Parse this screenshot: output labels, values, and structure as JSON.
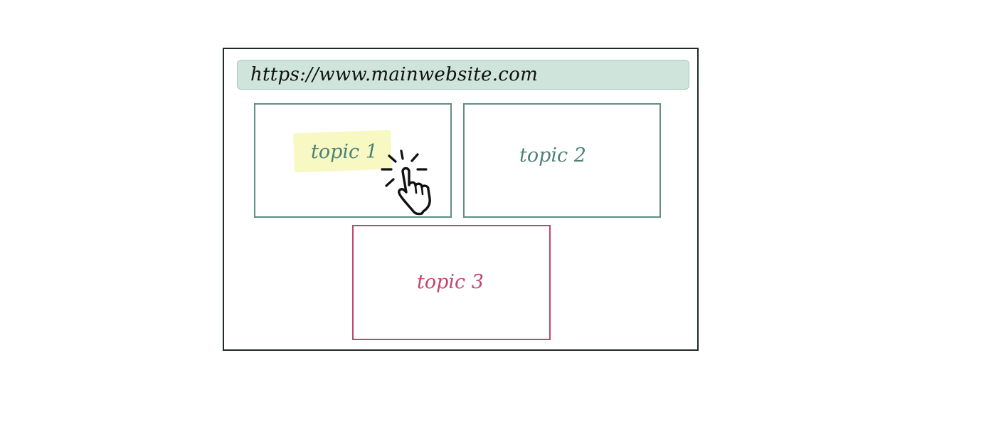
{
  "address_bar": {
    "url": "https://www.mainwebsite.com"
  },
  "cards": [
    {
      "label": "topic 1",
      "highlighted": true,
      "color": "#4e8077"
    },
    {
      "label": "topic 2",
      "highlighted": false,
      "color": "#4e8077"
    },
    {
      "label": "topic 3",
      "highlighted": false,
      "color": "#c2456b"
    }
  ],
  "cursor": {
    "icon": "pointing-hand-click-icon"
  },
  "colors": {
    "address_bar_bg": "#cfe4db",
    "teal": "#5e8f85",
    "pink": "#c2456b",
    "highlight": "#f7f8c2"
  }
}
